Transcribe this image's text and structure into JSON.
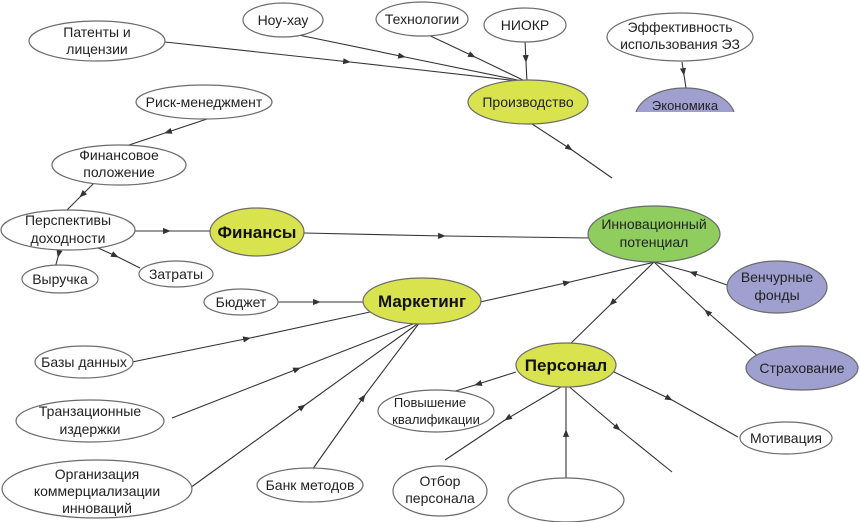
{
  "colors": {
    "outline": "#6b6b6b",
    "node_plain": "#ffffff",
    "node_key": "#d9e34e",
    "node_center": "#8fcd5e",
    "node_external": "#9fa0cf",
    "edge": "#333333"
  },
  "nodes": {
    "patents": [
      "Патенты и",
      "лицензии"
    ],
    "know_how": "Ноу-хау",
    "technologies": "Технологии",
    "niokr": "НИОКР",
    "ez_efficiency": [
      "Эффективность",
      "использования ЭЗ"
    ],
    "production": "Производство",
    "economics": "Экономика",
    "risk_management": "Риск-менеджмент",
    "financial_position": [
      "Финансовое",
      "положение"
    ],
    "profitability": [
      "Перспективы",
      "доходности"
    ],
    "finance": "Финансы",
    "innovation_potential": [
      "Инновационный",
      "потенциал"
    ],
    "revenue": "Выручка",
    "costs": "Затраты",
    "budget": "Бюджет",
    "marketing": "Маркетинг",
    "venture_funds": [
      "Венчурные",
      "фонды"
    ],
    "databases": "Базы данных",
    "personnel": "Персонал",
    "insurance": "Страхование",
    "transaction_costs": [
      "Транзационные",
      "издержки"
    ],
    "qualification": [
      "Повышение",
      "квалификации"
    ],
    "motivation": "Мотивация",
    "commercialization": [
      "Организация",
      "коммерциализации",
      "инноваций"
    ],
    "method_bank": "Банк методов",
    "recruitment": [
      "Отбор",
      "персонала"
    ]
  }
}
